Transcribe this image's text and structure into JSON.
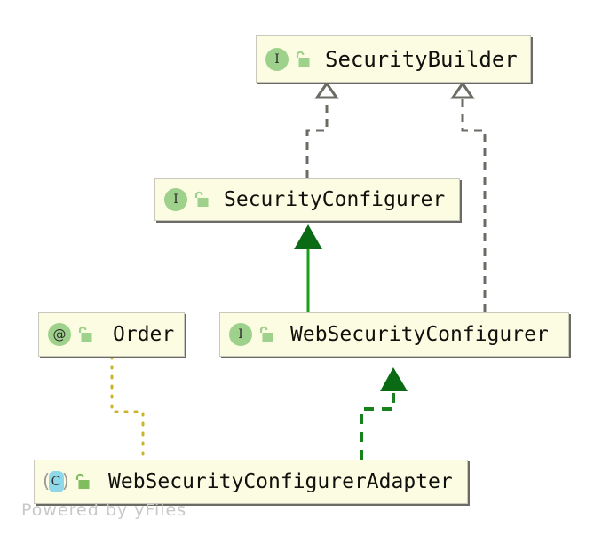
{
  "diagram": {
    "kind": "uml-class-diagram",
    "background_color": "#ffffff",
    "watermark": "Powered by yFiles",
    "node_fill": "#fcfce3",
    "node_border": "#c8c8be",
    "node_shadow": "#6b6b63",
    "nodes": [
      {
        "id": "security-builder",
        "label": "SecurityBuilder",
        "stereotype": "interface",
        "badge_glyph": "I",
        "badge_color": "#9ed18b",
        "visibility_icon": "open-lock-icon",
        "visibility": "public"
      },
      {
        "id": "security-configurer",
        "label": "SecurityConfigurer",
        "stereotype": "interface",
        "badge_glyph": "I",
        "badge_color": "#9ed18b",
        "visibility_icon": "open-lock-icon",
        "visibility": "public"
      },
      {
        "id": "order",
        "label": "Order",
        "stereotype": "annotation",
        "badge_glyph": "@",
        "badge_color": "#9ed18b",
        "visibility_icon": "open-lock-icon",
        "visibility": "public"
      },
      {
        "id": "web-security-configurer",
        "label": "WebSecurityConfigurer",
        "stereotype": "interface",
        "badge_glyph": "I",
        "badge_color": "#9ed18b",
        "visibility_icon": "open-lock-icon",
        "visibility": "public"
      },
      {
        "id": "web-security-configurer-adapter",
        "label": "WebSecurityConfigurerAdapter",
        "stereotype": "class",
        "badge_glyph": "C",
        "badge_color": "#8fd8ea",
        "visibility_icon": "open-lock-icon",
        "visibility": "public"
      }
    ],
    "edges": [
      {
        "id": "edge-securityconfigurer-to-securitybuilder",
        "source": "security-configurer",
        "target": "security-builder",
        "relation": "generalization",
        "style": "dashed",
        "color": "#6b6b63",
        "arrowhead": "hollow-triangle"
      },
      {
        "id": "edge-websecurityconfigurer-to-securitybuilder",
        "source": "web-security-configurer",
        "target": "security-builder",
        "relation": "generalization",
        "style": "dashed",
        "color": "#6b6b63",
        "arrowhead": "hollow-triangle"
      },
      {
        "id": "edge-websecurityconfigurer-to-securityconfigurer",
        "source": "web-security-configurer",
        "target": "security-configurer",
        "relation": "generalization",
        "style": "solid",
        "color": "#19a019",
        "arrowhead": "filled-triangle"
      },
      {
        "id": "edge-adapter-to-websecurityconfigurer",
        "source": "web-security-configurer-adapter",
        "target": "web-security-configurer",
        "relation": "realization",
        "style": "dashed",
        "color": "#17821c",
        "arrowhead": "filled-triangle"
      },
      {
        "id": "edge-adapter-to-order",
        "source": "web-security-configurer-adapter",
        "target": "order",
        "relation": "annotation",
        "style": "dotted",
        "color": "#c9b52a",
        "arrowhead": "none"
      }
    ]
  }
}
